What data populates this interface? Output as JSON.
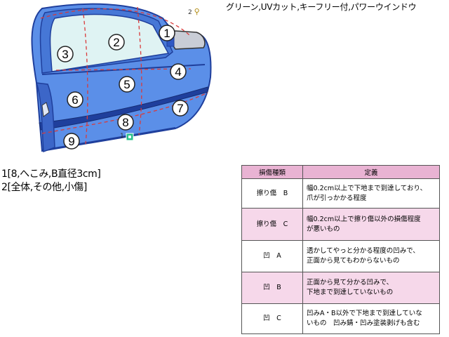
{
  "header": {
    "title": "グリーン,UVカット,キーフリー付,パワーウインドウ"
  },
  "marker_2": "2",
  "diagram": {
    "zones": [
      {
        "label": "1"
      },
      {
        "label": "2"
      },
      {
        "label": "3"
      },
      {
        "label": "4"
      },
      {
        "label": "5"
      },
      {
        "label": "6"
      },
      {
        "label": "7"
      },
      {
        "label": "8"
      },
      {
        "label": "9"
      }
    ],
    "damage_marker": "1"
  },
  "damage_list": [
    "1[8,へこみ,B直径3cm]",
    "2[全体,その他,小傷]"
  ],
  "legend": {
    "header_type": "損傷種類",
    "header_def": "定義",
    "rows": [
      {
        "type": "擦り傷　B",
        "def1": "幅0.2cm以上で下地まで到達しており、",
        "def2": "爪が引っかかる程度"
      },
      {
        "type": "擦り傷　C",
        "def1": "幅0.2cm以上で擦り傷以外の損傷程度",
        "def2": "が悪いもの"
      },
      {
        "type": "凹　A",
        "def1": "透かしてやっと分かる程度の凹みで、",
        "def2": "正面から見てもわからないもの"
      },
      {
        "type": "凹　B",
        "def1": "正面から見て分かる凹みで、",
        "def2": "下地まで到達していないもの"
      },
      {
        "type": "凹　C",
        "def1": "凹みA・B以外で下地まで到達していな",
        "def2": "いもの　凹み錆・凹み塗装剥げも含む"
      }
    ]
  },
  "colors": {
    "door_fill": "#5b8fe8",
    "door_dark": "#1f3f9c",
    "window": "#dff3f3",
    "guide_line": "#d93a3a",
    "legend_header": "#e9b3d3",
    "legend_pink_row": "#f6d8ea"
  }
}
